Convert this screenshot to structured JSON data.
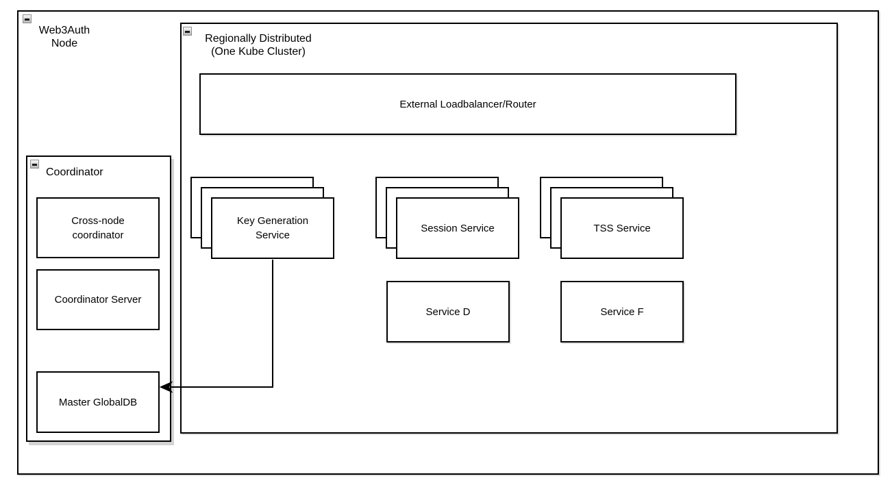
{
  "diagram_type": "architecture-diagram",
  "colors": {
    "stroke": "#000000",
    "fill": "#ffffff",
    "shadow": "#d4d4d4",
    "collapse_icon_border": "#8f8f8f",
    "collapse_icon_fill_top": "#f7f7f7",
    "collapse_icon_fill_bottom": "#b8b8b8",
    "text": "#000000"
  },
  "icons": {
    "collapse": "minus-collapse-icon"
  },
  "groups": {
    "web3auth_node": {
      "lines": [
        "Web3Auth",
        "Node"
      ],
      "collapsed": false
    },
    "regionally_distributed": {
      "lines": [
        "Regionally Distributed",
        "(One Kube Cluster)"
      ],
      "collapsed": false
    },
    "coordinator": {
      "label": "Coordinator",
      "collapsed": false
    }
  },
  "nodes": {
    "loadbalancer": {
      "label": "External Loadbalancer/Router"
    },
    "key_generation": {
      "lines": [
        "Key Generation",
        "Service"
      ],
      "replicas_shown": 3
    },
    "session": {
      "label": "Session Service",
      "replicas_shown": 3
    },
    "tss": {
      "label": "TSS Service",
      "replicas_shown": 3
    },
    "service_d": {
      "label": "Service D"
    },
    "service_f": {
      "label": "Service F"
    },
    "cross_node": {
      "lines": [
        "Cross-node",
        "coordinator"
      ]
    },
    "coordinator_server": {
      "label": "Coordinator Server"
    },
    "master_globaldb": {
      "label": "Master GlobalDB"
    }
  },
  "connectors": [
    {
      "type": "arrow",
      "from": "key-generation-service",
      "to": "master-globaldb"
    }
  ]
}
